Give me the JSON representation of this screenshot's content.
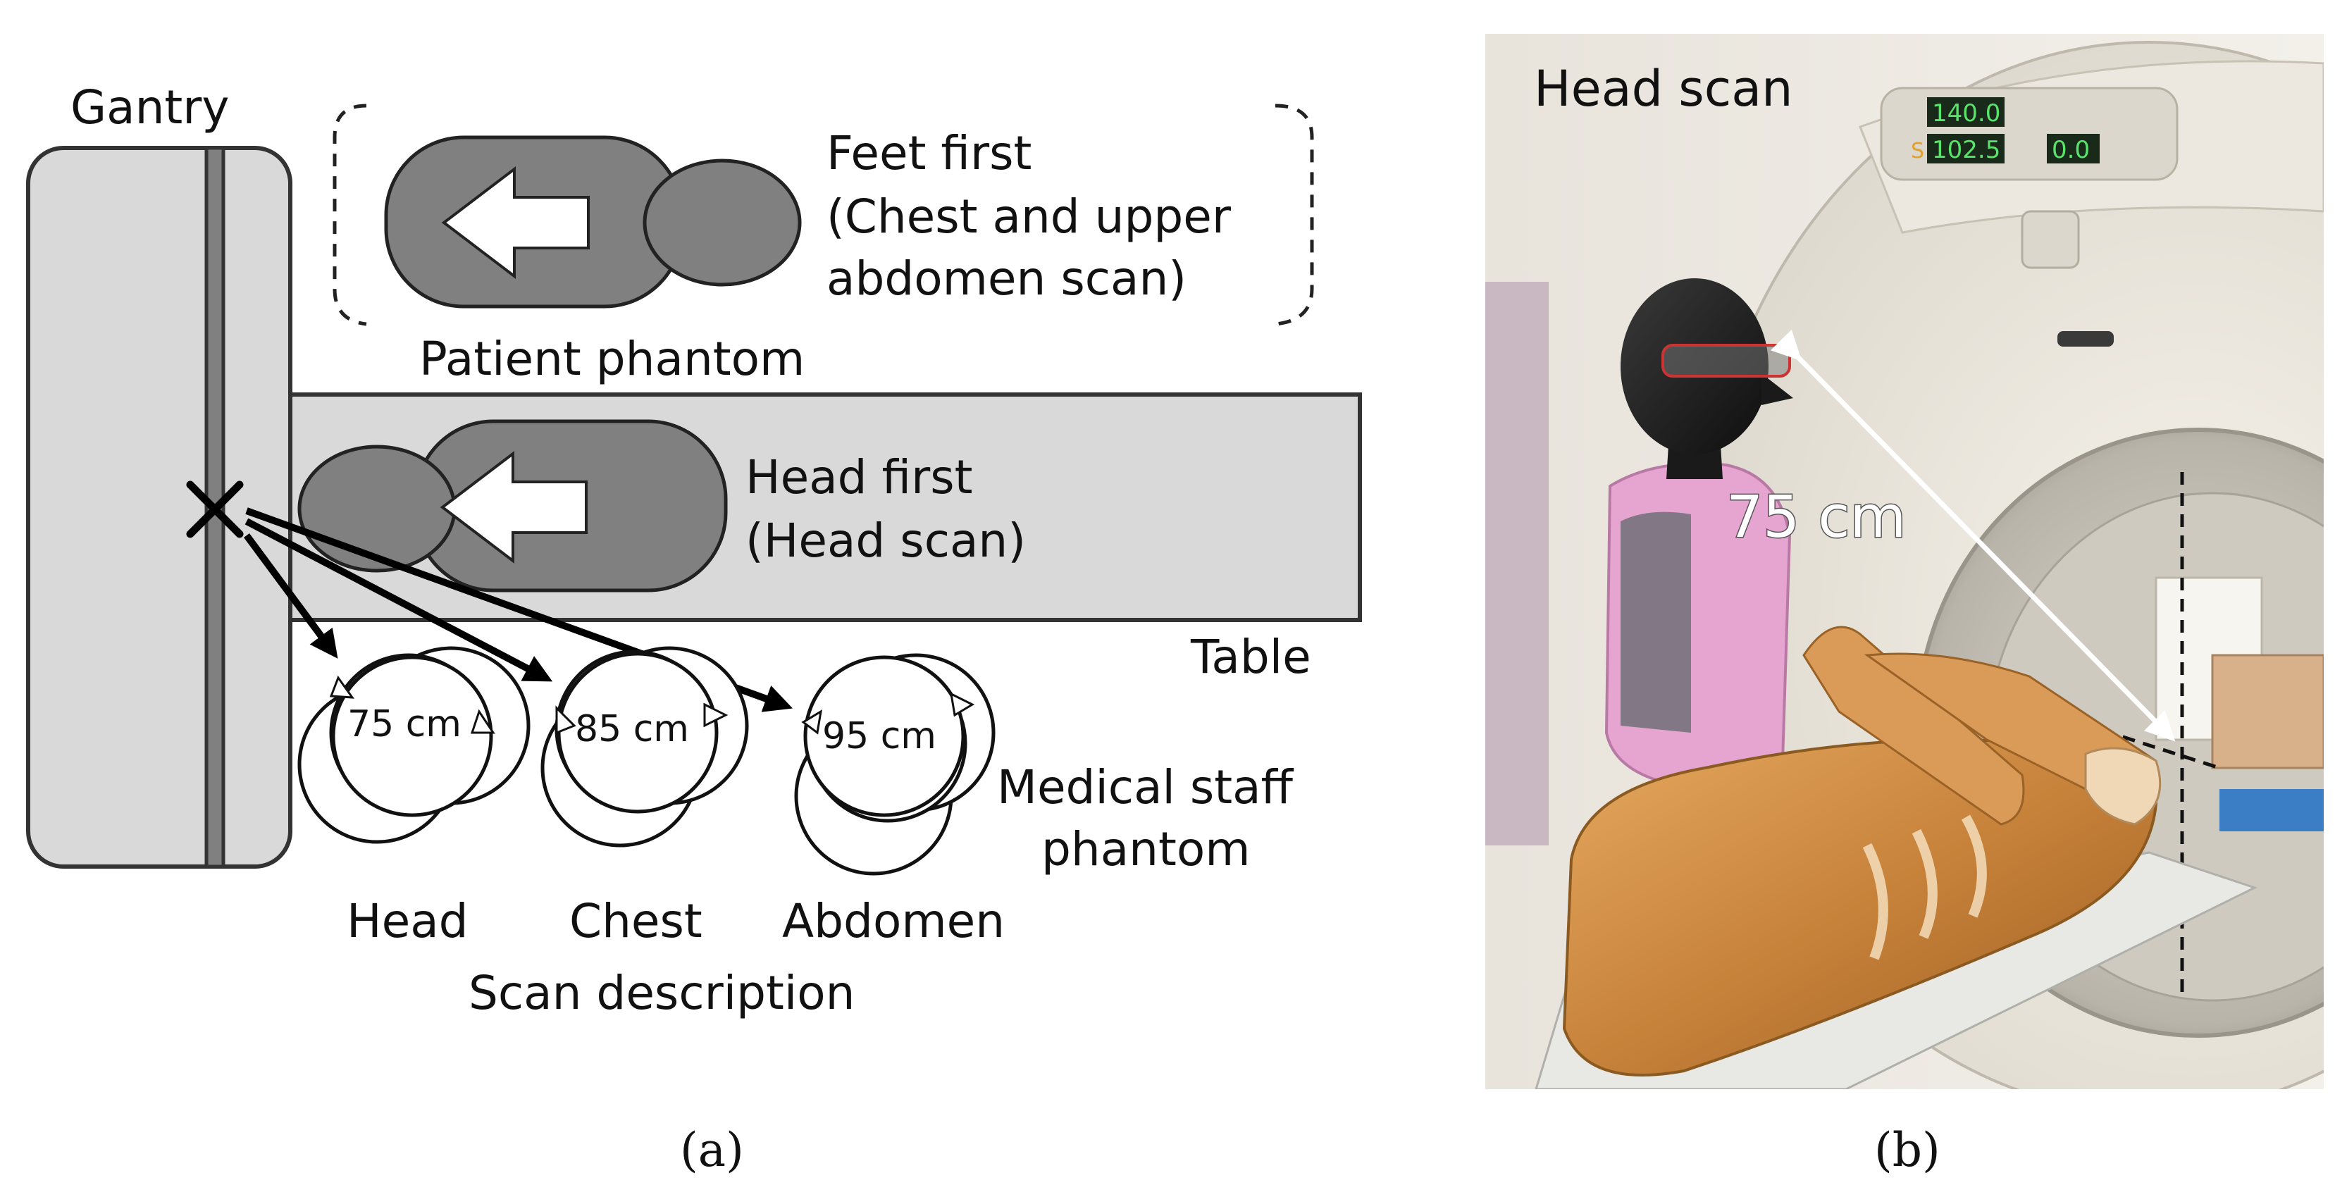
{
  "panel_a": {
    "gantry_label": "Gantry",
    "feet_first": {
      "line1": "Feet first",
      "line2": "(Chest and upper",
      "line3": "abdomen scan)"
    },
    "patient_phantom_label": "Patient phantom",
    "head_first": {
      "line1": "Head first",
      "line2": "(Head scan)"
    },
    "table_label": "Table",
    "staff_positions": [
      {
        "distance": "75 cm",
        "scan": "Head"
      },
      {
        "distance": "85 cm",
        "scan": "Chest"
      },
      {
        "distance": "95 cm",
        "scan": "Abdomen"
      }
    ],
    "staff_label": {
      "line1": "Medical staff",
      "line2": "phantom"
    },
    "scan_description_label": "Scan description",
    "caption": "(a)",
    "colors": {
      "gantry_fill": "#d9d9d9",
      "dark_fill": "#808080",
      "table_fill": "#d9d9d9",
      "outline": "#333333"
    }
  },
  "panel_b": {
    "title": "Head scan",
    "distance_label": "75 cm",
    "display": {
      "top_left": "140.0",
      "bottom_left": "102.5",
      "top_right": "",
      "bottom_right": "0.0",
      "side_mark": "S"
    },
    "caption": "(b)"
  }
}
